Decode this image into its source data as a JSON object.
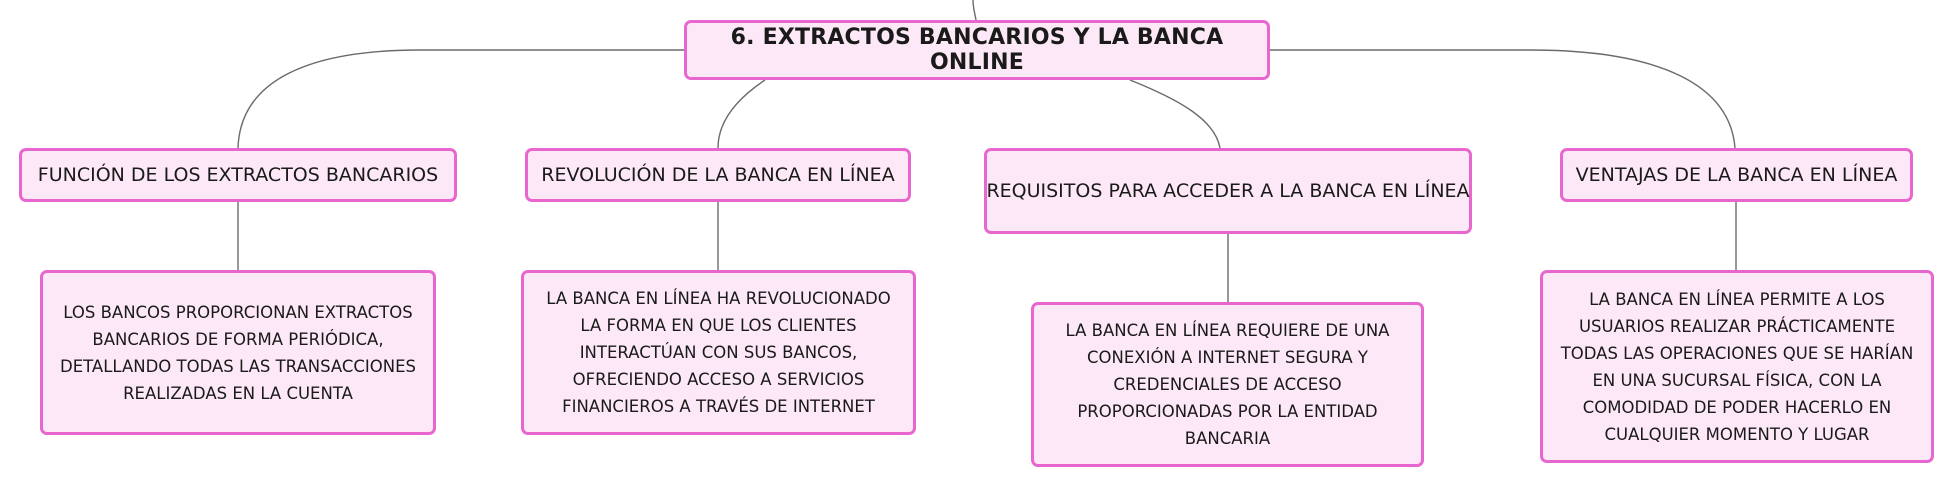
{
  "diagram": {
    "central_topic": "6. EXTRACTOS BANCARIOS Y LA BANCA ONLINE",
    "topics": [
      {
        "title": "FUNCIÓN DE LOS EXTRACTOS BANCARIOS",
        "detail": "LOS BANCOS PROPORCIONAN EXTRACTOS BANCARIOS DE FORMA PERIÓDICA, DETALLANDO TODAS LAS TRANSACCIONES REALIZADAS EN LA CUENTA"
      },
      {
        "title": "REVOLUCIÓN DE LA BANCA EN LÍNEA",
        "detail": "LA BANCA EN LÍNEA HA REVOLUCIONADO LA FORMA EN QUE LOS CLIENTES INTERACTÚAN CON SUS BANCOS, OFRECIENDO ACCESO A SERVICIOS FINANCIEROS A TRAVÉS DE INTERNET"
      },
      {
        "title": "REQUISITOS PARA ACCEDER A LA BANCA EN LÍNEA",
        "detail": "LA BANCA EN LÍNEA REQUIERE DE UNA CONEXIÓN A INTERNET SEGURA Y CREDENCIALES DE ACCESO PROPORCIONADAS POR LA ENTIDAD BANCARIA"
      },
      {
        "title": "VENTAJAS DE LA BANCA EN LÍNEA",
        "detail": "LA BANCA EN LÍNEA PERMITE A LOS USUARIOS REALIZAR PRÁCTICAMENTE TODAS LAS OPERACIONES QUE SE HARÍAN EN UNA SUCURSAL FÍSICA, CON LA COMODIDAD DE PODER HACERLO EN CUALQUIER MOMENTO Y LUGAR"
      }
    ]
  },
  "colors": {
    "node_fill": "#fce8f6",
    "node_border": "#e866cf",
    "connector": "#6b6b6b"
  }
}
